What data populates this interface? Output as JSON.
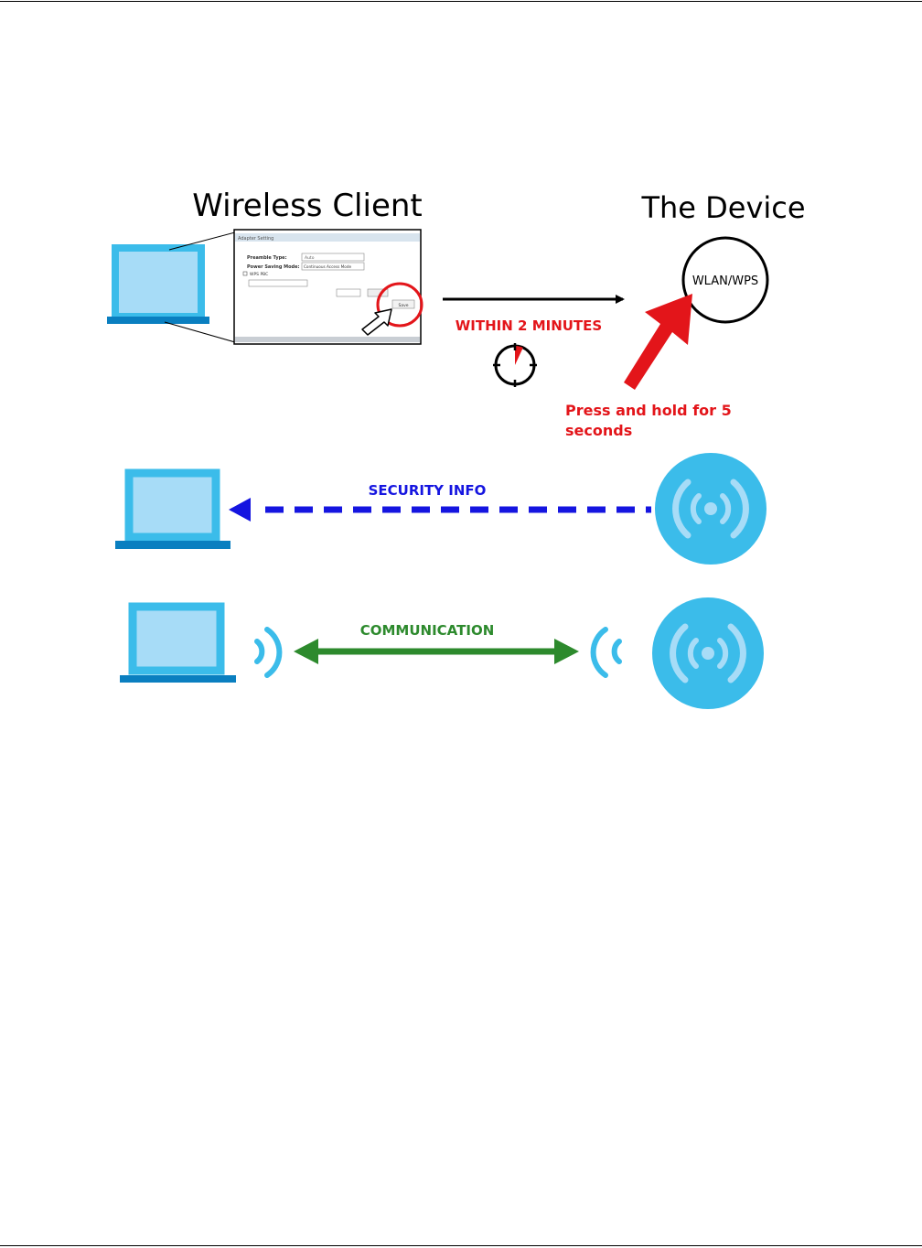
{
  "colors": {
    "laptop_fill": "#a7dcf7",
    "laptop_frame": "#3bbcea",
    "laptop_base": "#0a7fc0",
    "ap_fill": "#3bbcea",
    "ap_waves": "#a7dcf7",
    "red": "#e3151a",
    "blue": "#1515e0",
    "green": "#2d8a2d",
    "black": "#000000"
  },
  "diagram": {
    "wireless_client_title": "Wireless Client",
    "device_title": "The Device",
    "wps_button_label": "WLAN/WPS",
    "within_label": "WITHIN 2 MINUTES",
    "press_hold_line1": "Press and hold for 5",
    "press_hold_line2": "seconds",
    "security_info_label": "SECURITY INFO",
    "communication_label": "COMMUNICATION"
  },
  "screenshot": {
    "window_title": "Adapter Setting",
    "preamble_label": "Preamble Type:",
    "preamble_value": "Auto",
    "power_saving_label": "Power Saving Mode:",
    "power_saving_value": "Continuous Access Mode",
    "wps_label": "WPS PBC",
    "save_label": "Save"
  },
  "icons": {
    "laptop": "laptop-icon",
    "access_point": "wireless-access-point-icon",
    "clock": "clock-icon",
    "cursor": "mouse-pointer-icon"
  }
}
